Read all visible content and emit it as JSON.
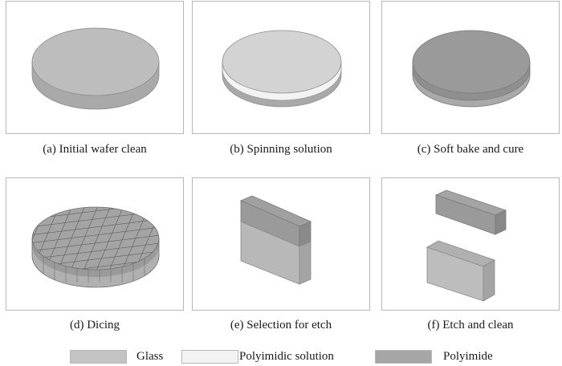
{
  "panels": [
    {
      "caption": "(a) Initial wafer clean"
    },
    {
      "caption": "(b) Spinning solution"
    },
    {
      "caption": "(c) Soft bake and cure"
    },
    {
      "caption": "(d) Dicing"
    },
    {
      "caption": "(e) Selection for etch"
    },
    {
      "caption": "(f) Etch and clean"
    }
  ],
  "legend": [
    {
      "label": "Glass",
      "color": "#c3c3c3"
    },
    {
      "label": "Polyimidic solution",
      "color": "#f3f3f3"
    },
    {
      "label": "Polyimide",
      "color": "#a6a6a6"
    }
  ]
}
